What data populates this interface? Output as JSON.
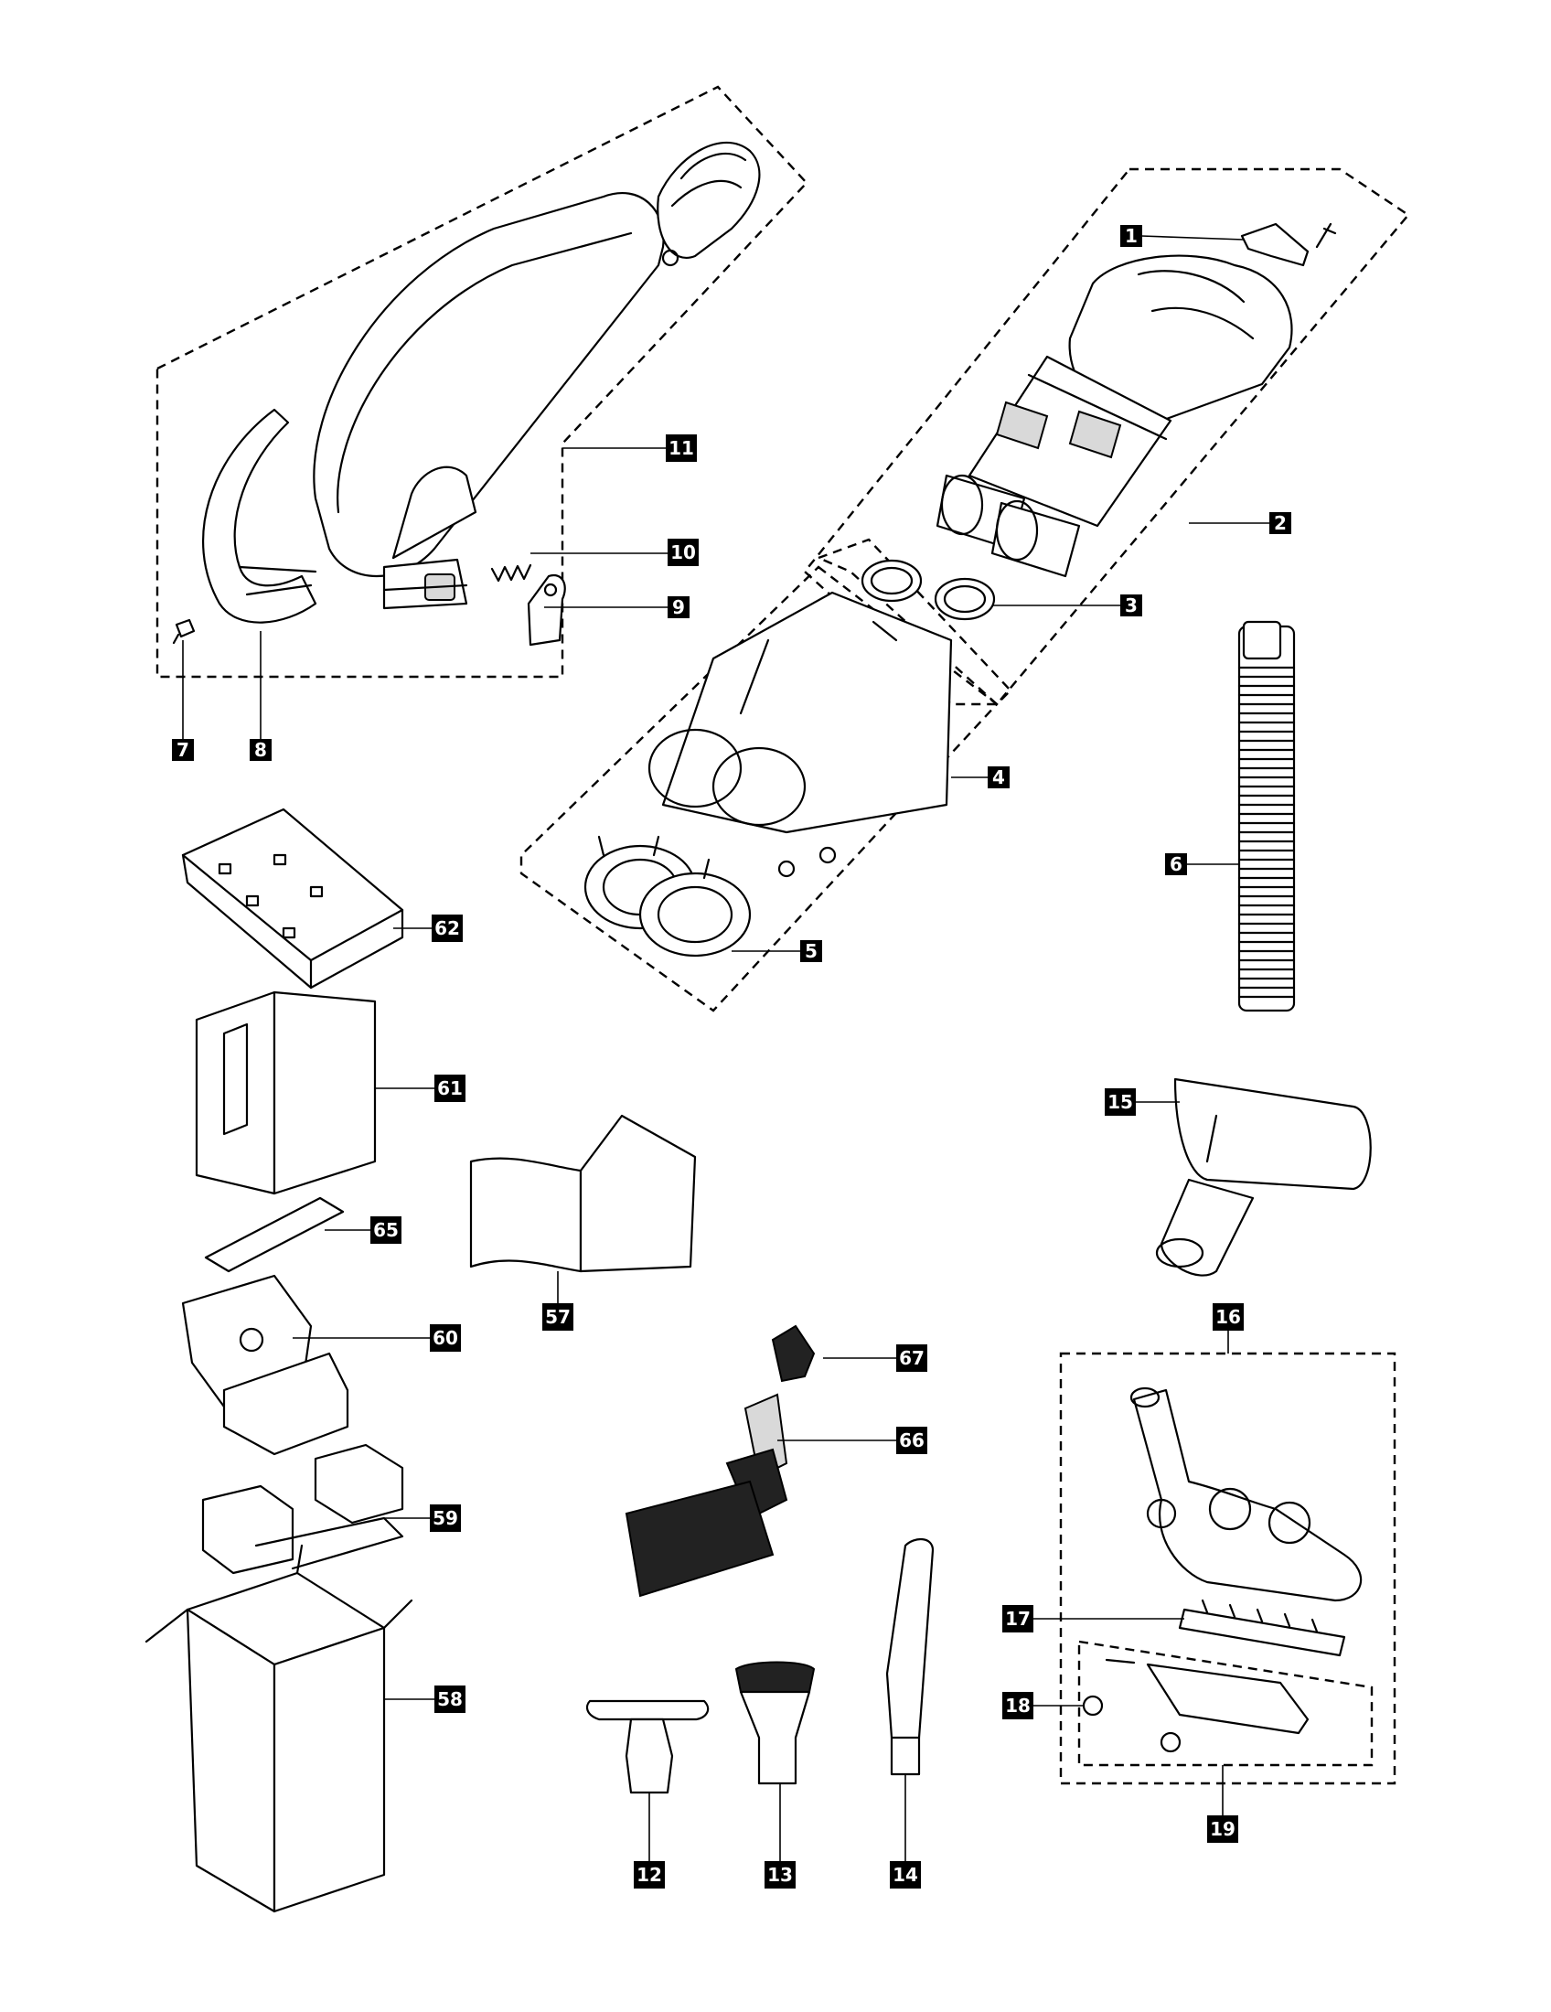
{
  "labels": {
    "l1": "1",
    "l2": "2",
    "l3": "3",
    "l4": "4",
    "l5": "5",
    "l6": "6",
    "l7": "7",
    "l8": "8",
    "l9": "9",
    "l10": "10",
    "l11": "11",
    "l12": "12",
    "l13": "13",
    "l14": "14",
    "l15": "15",
    "l16": "16",
    "l17": "17",
    "l18": "18",
    "l19": "19",
    "l57": "57",
    "l58": "58",
    "l59": "59",
    "l60": "60",
    "l61": "61",
    "l62": "62",
    "l65": "65",
    "l66": "66",
    "l67": "67"
  }
}
